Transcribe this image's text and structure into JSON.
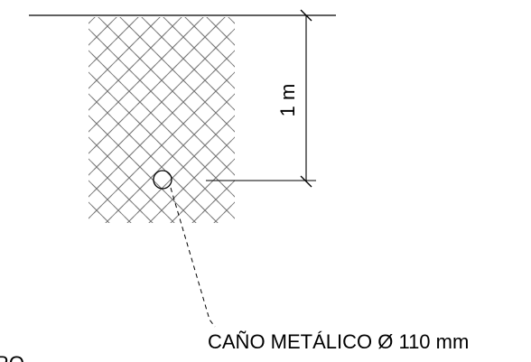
{
  "drawing": {
    "dimension_label": "1 m",
    "pipe_label": "CAÑO METÁLICO Ø 110 mm",
    "cut_text": "RO"
  },
  "colors": {
    "ink": "#000000",
    "hatch": "#7a7a7a",
    "background": "#ffffff"
  }
}
